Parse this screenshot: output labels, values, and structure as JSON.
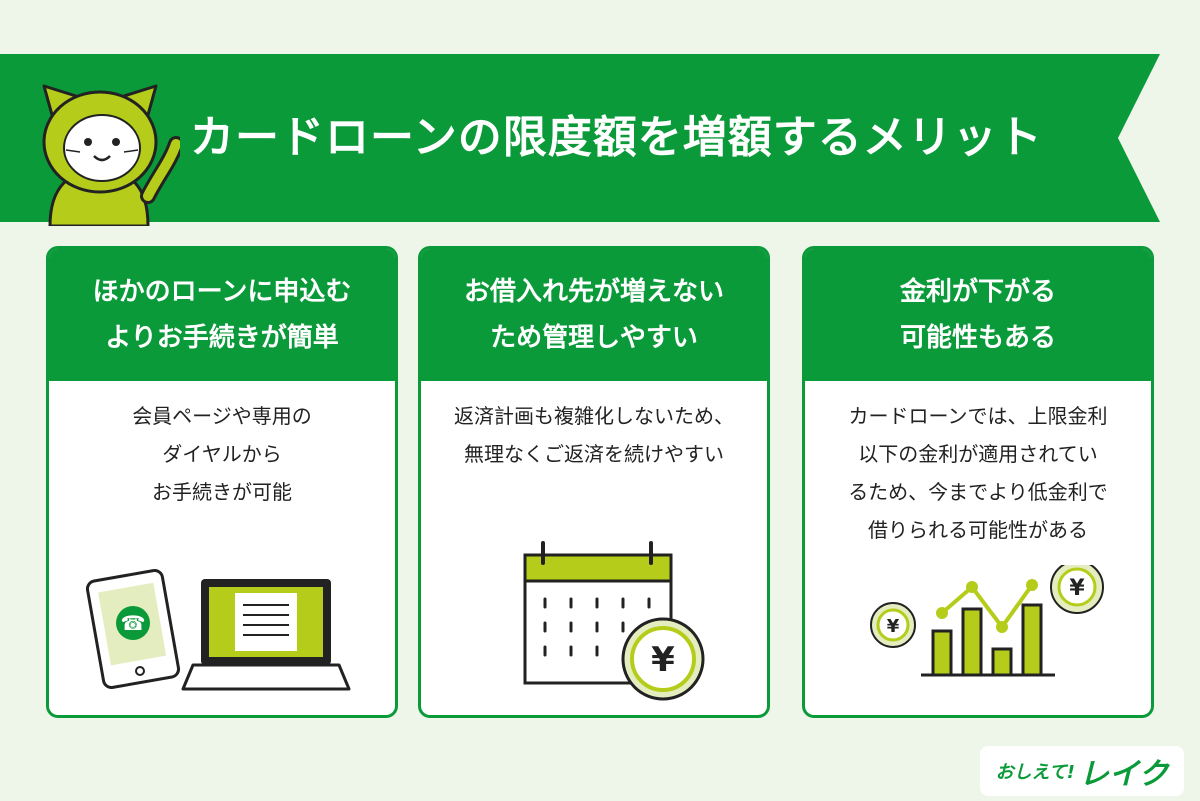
{
  "banner": {
    "title": "カードローンの限度額を増額するメリット"
  },
  "colors": {
    "green": "#0a9a3a",
    "lime": "#b5cd1a",
    "background": "#eef6ea"
  },
  "cards": [
    {
      "heading": [
        "ほかのローンに申込む",
        "よりお手続きが簡単"
      ],
      "body": [
        "会員ページや専用の",
        "ダイヤルから",
        "お手続きが可能"
      ],
      "icons": [
        "smartphone-call-icon",
        "laptop-document-icon"
      ]
    },
    {
      "heading": [
        "お借入れ先が増えない",
        "ため管理しやすい"
      ],
      "body": [
        "返済計画も複雑化しないため、",
        "無理なくご返済を続けやすい"
      ],
      "icons": [
        "calendar-icon",
        "yen-coin-icon"
      ]
    },
    {
      "heading": [
        "金利が下がる",
        "可能性もある"
      ],
      "body": [
        "カードローンでは、上限金利",
        "以下の金利が適用されてい",
        "るため、今までより低金利で",
        "借りられる可能性がある"
      ],
      "icons": [
        "bar-chart-icon",
        "yen-coin-icon"
      ]
    }
  ],
  "logo": {
    "prefix": "おしえて!",
    "brand": "レイク"
  }
}
